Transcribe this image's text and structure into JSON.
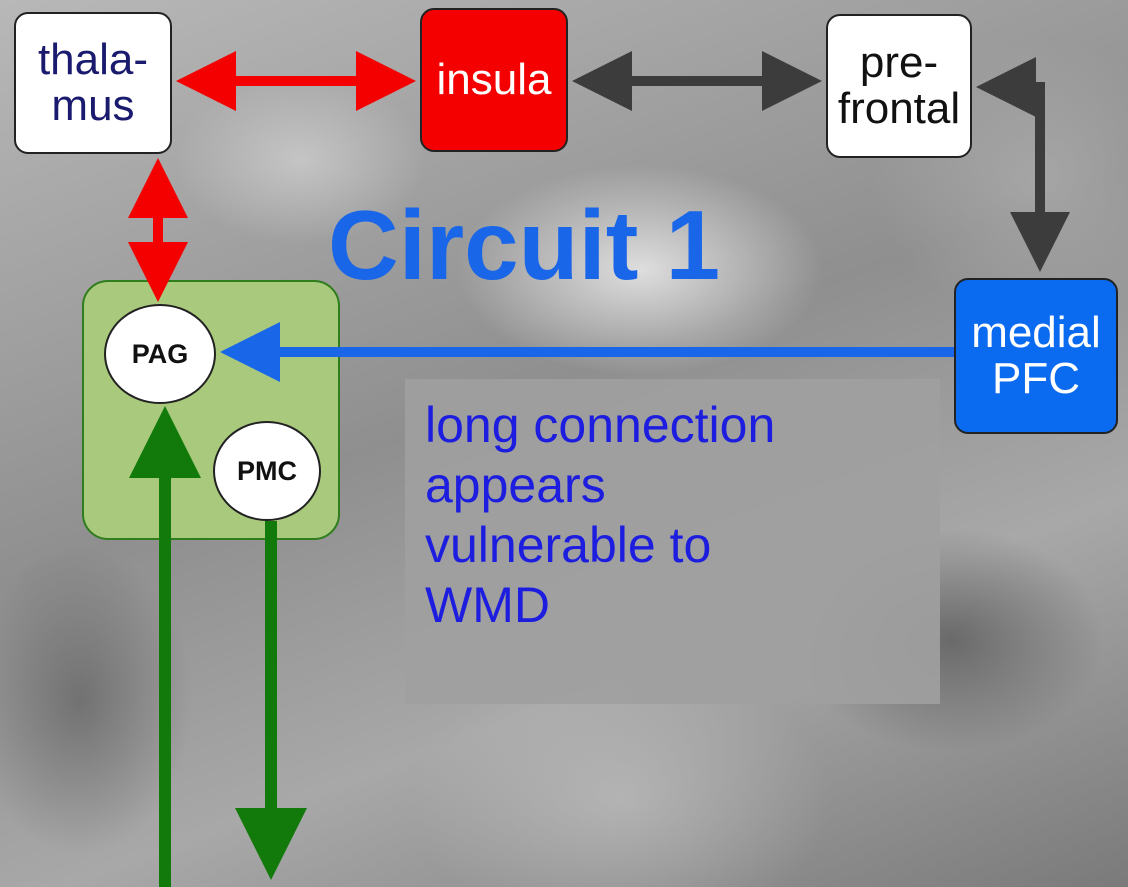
{
  "nodes": {
    "thalamus": "thala-\nmus",
    "insula": "insula",
    "prefrontal": "pre-\nfrontal",
    "medial_pfc": "medial\nPFC",
    "pag": "PAG",
    "pmc": "PMC"
  },
  "title": "Circuit 1",
  "note": "long connection\nappears\nvulnerable to\nWMD",
  "colors": {
    "red_arrow": "#f40000",
    "dark_arrow": "#3c3c3c",
    "blue_arrow": "#1a66e8",
    "green_arrow": "#117a0a",
    "title": "#1a66e8",
    "note_text": "#1d1de0"
  },
  "connections": [
    {
      "from": "thalamus",
      "to": "insula",
      "kind": "bidirectional",
      "color": "red"
    },
    {
      "from": "insula",
      "to": "prefrontal",
      "kind": "bidirectional",
      "color": "dark"
    },
    {
      "from": "prefrontal",
      "to": "medial_pfc",
      "kind": "bidirectional",
      "color": "dark"
    },
    {
      "from": "thalamus",
      "to": "pag",
      "kind": "bidirectional",
      "color": "red"
    },
    {
      "from": "medial_pfc",
      "to": "pag",
      "kind": "directed",
      "color": "blue"
    },
    {
      "from": "below",
      "to": "pag",
      "kind": "directed",
      "color": "green"
    },
    {
      "from": "pmc",
      "to": "below",
      "kind": "directed",
      "color": "green"
    }
  ]
}
